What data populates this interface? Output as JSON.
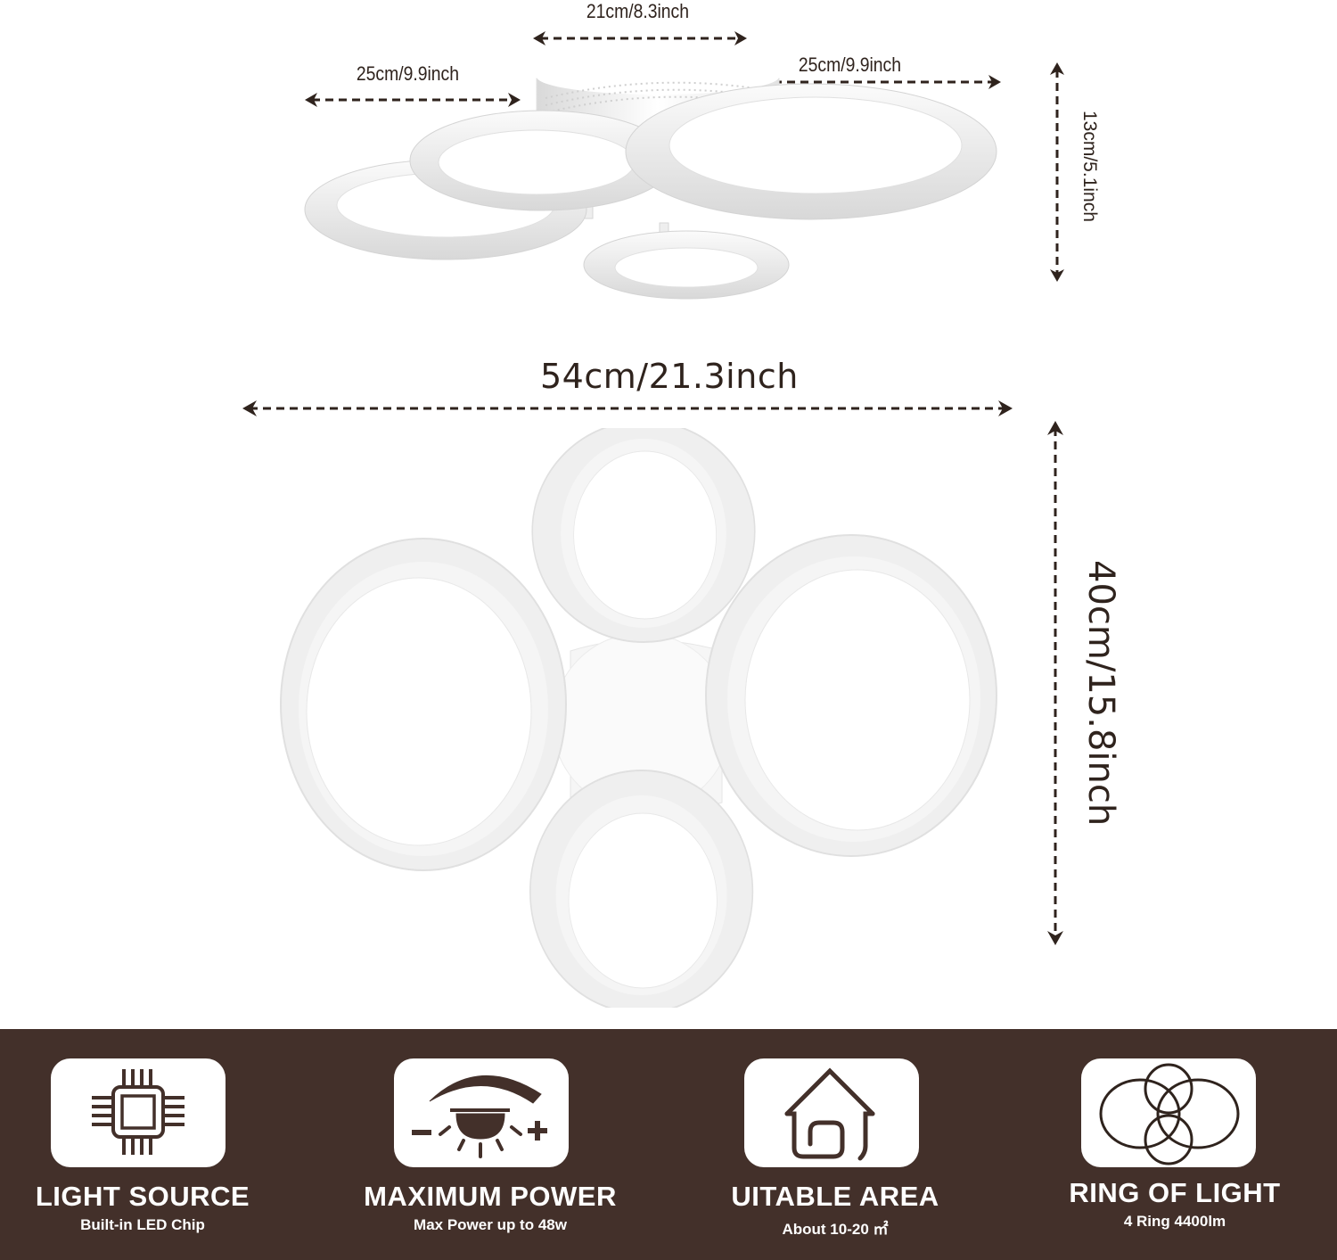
{
  "dimensions": {
    "side_view": {
      "base_width": "21cm/8.3inch",
      "left_ring": "25cm/9.9inch",
      "right_ring": "25cm/9.9inch",
      "height": "13cm/5.1inch"
    },
    "top_view": {
      "total_width": "54cm/21.3inch",
      "total_depth": "40cm/15.8inch"
    }
  },
  "colors": {
    "band_background": "#43302a",
    "text_dark": "#2f231d",
    "tile_background": "#ffffff",
    "fixture_white": "#f4f4f4"
  },
  "features": [
    {
      "icon": "led-chip-icon",
      "title": "LIGHT SOURCE",
      "subtitle": "Built-in LED Chip"
    },
    {
      "icon": "dimmer-lamp-icon",
      "title": "MAXIMUM POWER",
      "subtitle": "Max Power up to 48w"
    },
    {
      "icon": "house-icon",
      "title": "UITABLE AREA",
      "subtitle": "About 10-20 ㎡"
    },
    {
      "icon": "four-rings-icon",
      "title": "RING OF LIGHT",
      "subtitle": "4 Ring 4400lm"
    }
  ]
}
